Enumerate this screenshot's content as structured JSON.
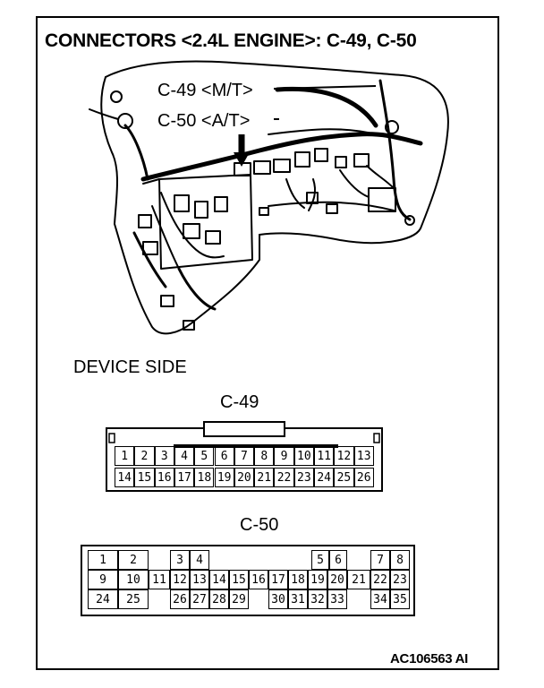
{
  "title": "CONNECTORS <2.4L ENGINE>: C-49, C-50",
  "callouts": {
    "c49": "C-49 <M/T>",
    "c50": "C-50 <A/T>"
  },
  "device_side_label": "DEVICE SIDE",
  "c49": {
    "label": "C-49",
    "top_row": [
      "1",
      "2",
      "3",
      "4",
      "5",
      "6",
      "7",
      "8",
      "9",
      "10",
      "11",
      "12",
      "13"
    ],
    "bottom_row": [
      "14",
      "15",
      "16",
      "17",
      "18",
      "19",
      "20",
      "21",
      "22",
      "23",
      "24",
      "25",
      "26"
    ]
  },
  "c50": {
    "label": "C-50",
    "row1": [
      "1",
      "2",
      "",
      "3",
      "4",
      "",
      "",
      "",
      "",
      "",
      "",
      "5",
      "6",
      "",
      "7",
      "8"
    ],
    "row2": [
      "9",
      "10",
      "11",
      "12",
      "13",
      "14",
      "15",
      "16",
      "17",
      "18",
      "19",
      "20",
      "21",
      "22",
      "23"
    ],
    "row3": [
      "24",
      "25",
      "",
      "26",
      "27",
      "28",
      "29",
      "",
      "30",
      "31",
      "32",
      "33",
      "",
      "34",
      "35"
    ]
  },
  "footer_id": "AC106563 AI"
}
